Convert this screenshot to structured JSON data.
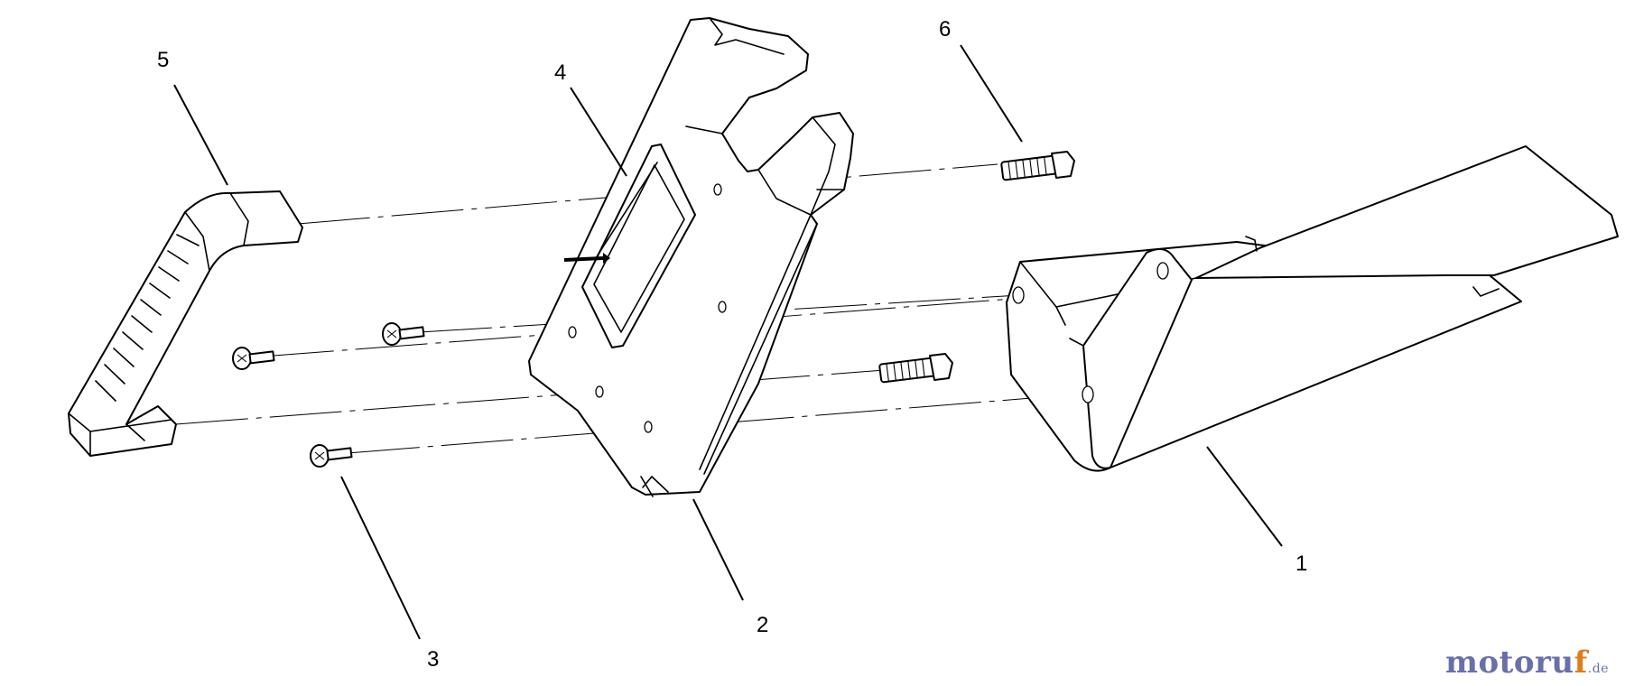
{
  "diagram": {
    "callouts": [
      {
        "id": "1",
        "label": "1"
      },
      {
        "id": "2",
        "label": "2"
      },
      {
        "id": "3",
        "label": "3"
      },
      {
        "id": "4",
        "label": "4"
      },
      {
        "id": "5",
        "label": "5"
      },
      {
        "id": "6",
        "label": "6"
      }
    ]
  },
  "watermark": {
    "main": "motoru",
    "accent": "f",
    "tld": ".de",
    "colors": {
      "main": "#6b6fa8",
      "accent": "#e07b1f"
    }
  }
}
